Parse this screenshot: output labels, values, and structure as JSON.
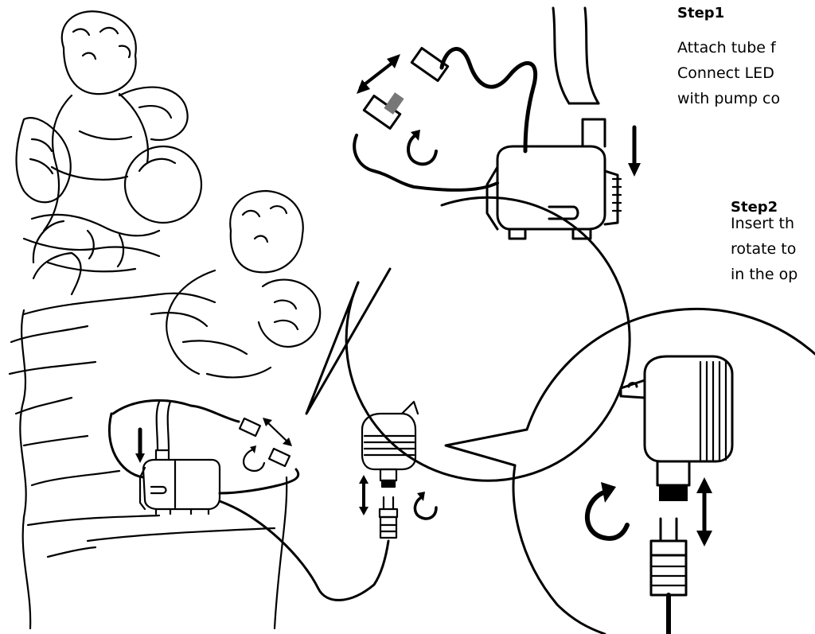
{
  "colors": {
    "ink": "#000000",
    "background": "#ffffff"
  },
  "step1": {
    "title": "Step1",
    "lines": [
      "Attach tube f",
      "Connect LED",
      "with pump co"
    ]
  },
  "step2": {
    "title": "Step2",
    "lines": [
      "Insert th",
      "rotate to",
      "in the op"
    ]
  },
  "icons": [
    "cherub-statue-icon",
    "pump-icon",
    "power-adapter-icon",
    "connector-plug-icon",
    "rotate-arrow-icon",
    "double-arrow-icon"
  ]
}
